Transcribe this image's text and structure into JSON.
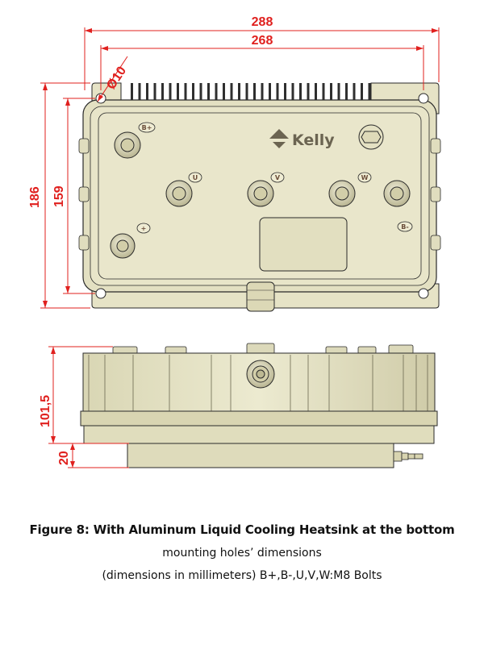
{
  "dimensions": {
    "overall_width": "288",
    "hole_span_width": "268",
    "hole_diameter": "Ø10",
    "overall_height": "186",
    "hole_span_height": "159",
    "body_height": "101,5",
    "heatsink_height": "20"
  },
  "logo": {
    "text": "Kelly"
  },
  "terminals": {
    "b_plus": "B+",
    "u": "U",
    "v": "V",
    "w": "W",
    "plus": "+",
    "b_minus": "B-"
  },
  "caption": {
    "title": "Figure 8: With Aluminum Liquid Cooling Heatsink at the bottom",
    "line2": "mounting holes’ dimensions",
    "line3": "(dimensions in millimeters)  B+,B-,U,V,W:M8 Bolts"
  },
  "colors": {
    "dimension": "#e0201e",
    "housing": "#e6e3c6",
    "housing_dark": "#c9c59f",
    "outline": "#2a2a2a"
  }
}
